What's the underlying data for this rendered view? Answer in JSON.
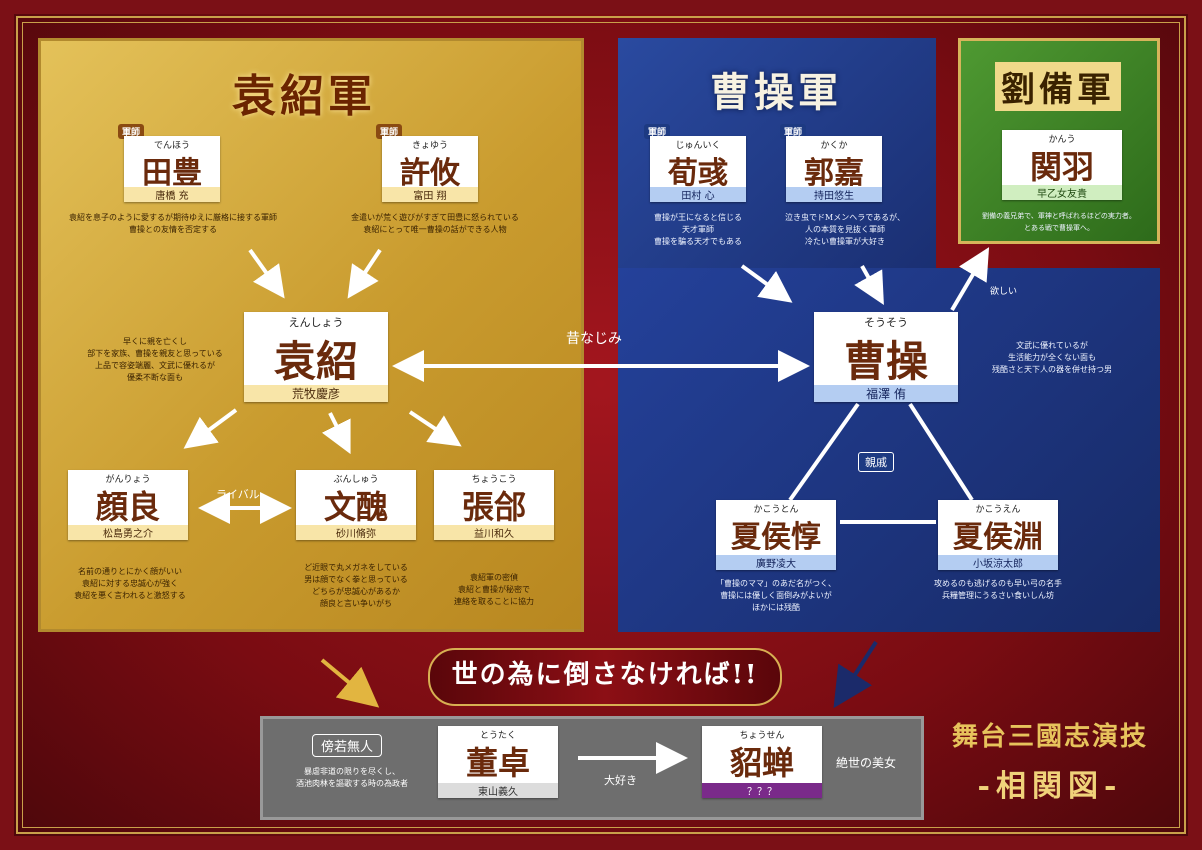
{
  "factions": {
    "yuan": "袁紹軍",
    "cao": "曹操軍",
    "liu": "劉備軍"
  },
  "cards": {
    "denpo": {
      "tag": "軍師",
      "ruby": "でんほう",
      "name": "田豊",
      "actor": "唐橋 充"
    },
    "kyoyu": {
      "tag": "軍師",
      "ruby": "きょゆう",
      "name": "許攸",
      "actor": "富田 翔"
    },
    "ensho": {
      "ruby": "えんしょう",
      "name": "袁紹",
      "actor": "荒牧慶彦"
    },
    "ganryo": {
      "ruby": "がんりょう",
      "name": "顔良",
      "actor": "松島勇之介"
    },
    "bunshu": {
      "ruby": "ぶんしゅう",
      "name": "文醜",
      "actor": "砂川脩弥"
    },
    "chouko": {
      "ruby": "ちょうこう",
      "name": "張郃",
      "actor": "益川和久"
    },
    "junik": {
      "tag": "軍師",
      "ruby": "じゅんいく",
      "name": "荀彧",
      "actor": "田村 心"
    },
    "kakuka": {
      "tag": "軍師",
      "ruby": "かくか",
      "name": "郭嘉",
      "actor": "持田悠生"
    },
    "kanu": {
      "ruby": "かんう",
      "name": "関羽",
      "actor": "早乙女友貴"
    },
    "sousou": {
      "ruby": "そうそう",
      "name": "曹操",
      "actor": "福澤 侑"
    },
    "kakoton": {
      "ruby": "かこうとん",
      "name": "夏侯惇",
      "actor": "廣野凌大"
    },
    "kakoen": {
      "ruby": "かこうえん",
      "name": "夏侯淵",
      "actor": "小坂涼太郎"
    },
    "tokutaku": {
      "ruby": "とうたく",
      "name": "董卓",
      "actor": "東山義久"
    },
    "chosen": {
      "ruby": "ちょうせん",
      "name": "貂蝉",
      "actor": "？？？"
    }
  },
  "descs": {
    "denpo": [
      "袁紹を息子のように愛するが期待ゆえに厳格に接する軍師",
      "曹操との友情を否定する"
    ],
    "kyoyu": [
      "金遣いが荒く遊びがすぎて田豊に怒られている",
      "袁紹にとって唯一曹操の話ができる人物"
    ],
    "ensho": [
      "早くに親を亡くし",
      "部下を家族、曹操を親友と思っている",
      "上品で容姿端麗、文武に優れるが",
      "優柔不断な面も"
    ],
    "ganryo": [
      "名前の通りとにかく顔がいい",
      "袁紹に対する忠誠心が強く",
      "袁紹を悪く言われると激怒する"
    ],
    "bunshu": [
      "ど近眼で丸メガネをしている",
      "男は顔でなく拳と思っている",
      "どちらが忠誠心があるか",
      "顔良と言い争いがち"
    ],
    "chouko": [
      "袁紹軍の密偵",
      "袁紹と曹操が秘密で",
      "連絡を取ることに協力"
    ],
    "junik": [
      "曹操が王になると信じる",
      "天才軍師",
      "曹操を騙る天才でもある"
    ],
    "kakuka": [
      "泣き虫でドMメンヘラであるが、",
      "人の本質を見抜く軍師",
      "冷たい曹操軍が大好き"
    ],
    "kanu": [
      "劉備の義兄弟で、軍神と呼ばれるほどの実力者。",
      "とある戦で曹操軍へ。"
    ],
    "sousou": [
      "文武に優れているが",
      "生活能力が全くない面も",
      "残酷さと天下人の器を併せ持つ男"
    ],
    "kakoton": [
      "「曹操のママ」のあだ名がつく、",
      "曹操には優しく面倒みがよいが",
      "ほかには残酷"
    ],
    "kakoen": [
      "攻めるのも逃げるのも早い弓の名手",
      "兵糧管理にうるさい食いしん坊"
    ],
    "tokutaku": [
      "暴虐非道の限りを尽くし、",
      "酒池肉林を謳歌する時の為政者"
    ]
  },
  "relations": {
    "mukashi": "昔なじみ",
    "rival": "ライバル",
    "shinseki": "親戚",
    "hoshii": "欲しい",
    "daisuki": "大好き",
    "bijo": "絶世の美女"
  },
  "banner": "世の為に倒さなければ!!",
  "dong_badge": "傍若無人",
  "logo": {
    "l1": "舞台三國志演技",
    "l2": "-相関図-"
  }
}
